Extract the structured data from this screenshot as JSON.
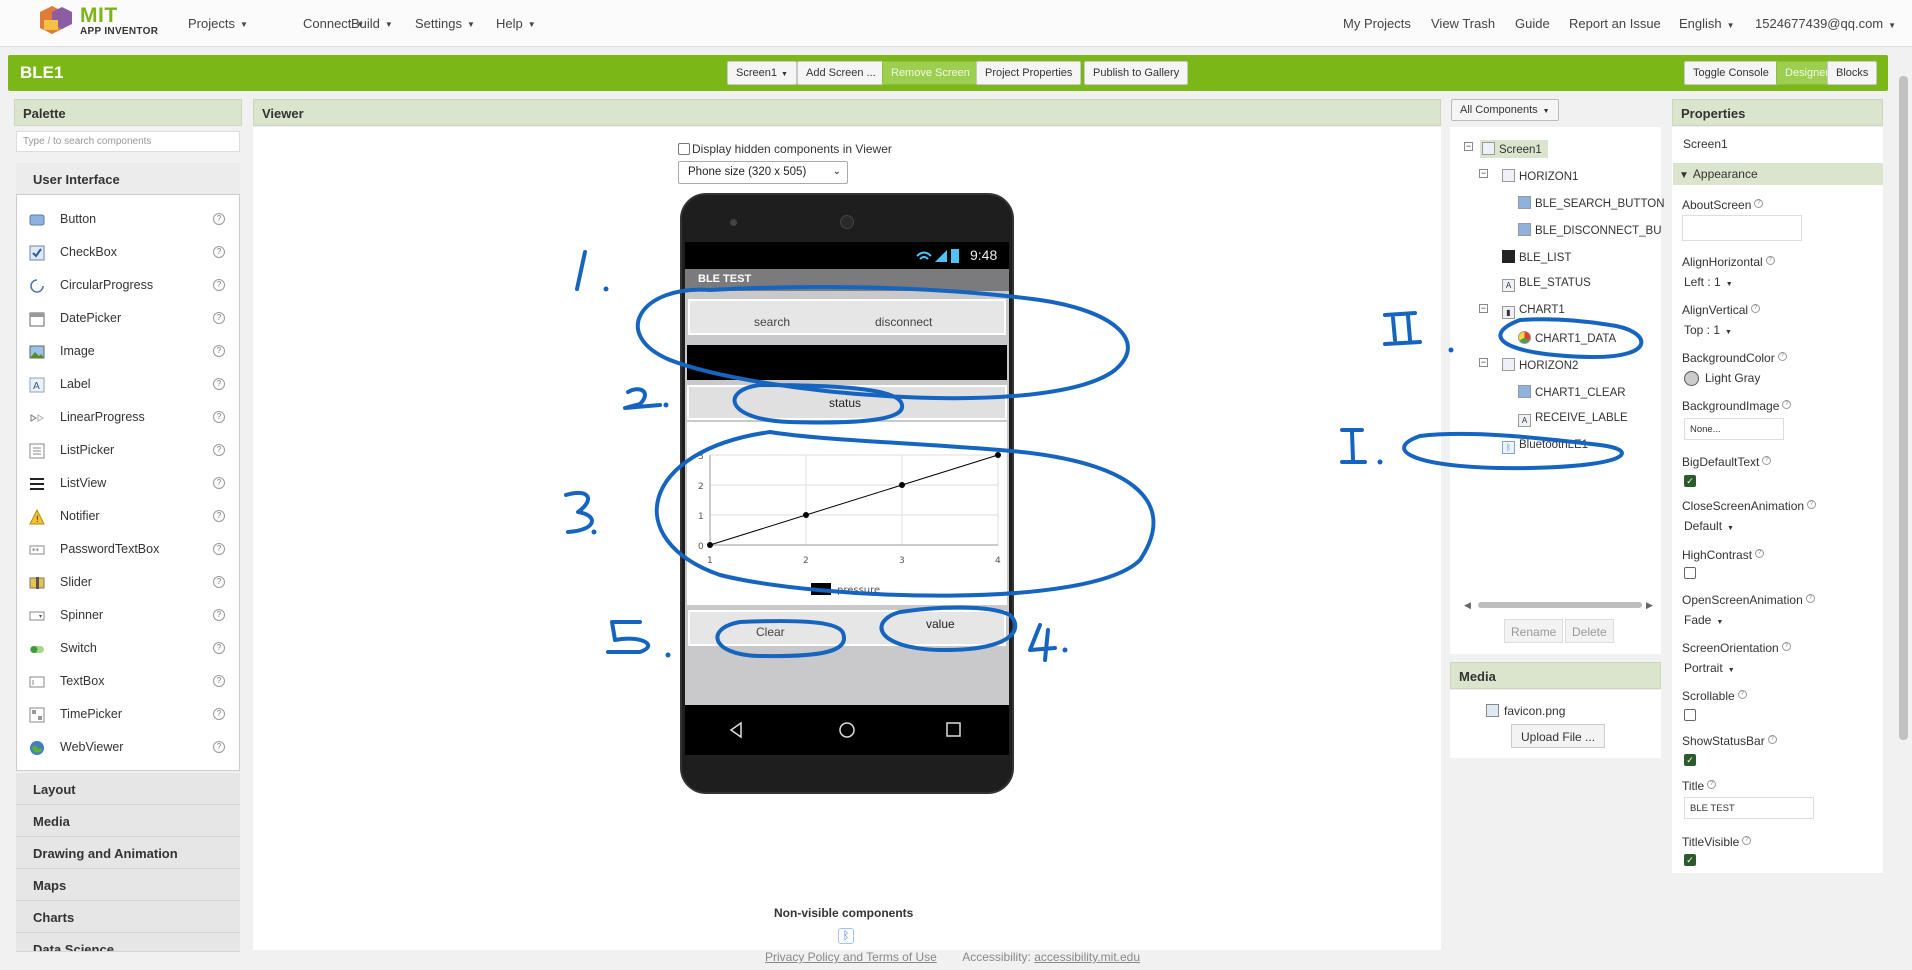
{
  "nav": {
    "logo_mit": "MIT",
    "logo_sub": "APP INVENTOR",
    "menus": [
      "Projects",
      "Connect",
      "Build",
      "Settings",
      "Help"
    ],
    "right_links": [
      "My Projects",
      "View Trash",
      "Guide",
      "Report an Issue"
    ],
    "language": "English",
    "account": "1524677439@qq.com"
  },
  "project": {
    "name": "BLE1",
    "screen_select": "Screen1",
    "add_screen": "Add Screen ...",
    "remove_screen": "Remove Screen",
    "properties": "Project Properties",
    "publish": "Publish to Gallery",
    "toggle_console": "Toggle Console",
    "designer": "Designer",
    "blocks": "Blocks"
  },
  "palette": {
    "title": "Palette",
    "search_placeholder": "Type / to search components",
    "open_category": "User Interface",
    "items": [
      {
        "label": "Button",
        "icon": "button-icon"
      },
      {
        "label": "CheckBox",
        "icon": "checkbox-icon"
      },
      {
        "label": "CircularProgress",
        "icon": "circular-progress-icon"
      },
      {
        "label": "DatePicker",
        "icon": "datepicker-icon"
      },
      {
        "label": "Image",
        "icon": "image-icon"
      },
      {
        "label": "Label",
        "icon": "label-icon"
      },
      {
        "label": "LinearProgress",
        "icon": "linear-progress-icon"
      },
      {
        "label": "ListPicker",
        "icon": "listpicker-icon"
      },
      {
        "label": "ListView",
        "icon": "listview-icon"
      },
      {
        "label": "Notifier",
        "icon": "notifier-icon"
      },
      {
        "label": "PasswordTextBox",
        "icon": "password-icon"
      },
      {
        "label": "Slider",
        "icon": "slider-icon"
      },
      {
        "label": "Spinner",
        "icon": "spinner-icon"
      },
      {
        "label": "Switch",
        "icon": "switch-icon"
      },
      {
        "label": "TextBox",
        "icon": "textbox-icon"
      },
      {
        "label": "TimePicker",
        "icon": "timepicker-icon"
      },
      {
        "label": "WebViewer",
        "icon": "webviewer-icon"
      }
    ],
    "categories": [
      "Layout",
      "Media",
      "Drawing and Animation",
      "Maps",
      "Charts",
      "Data Science"
    ]
  },
  "viewer": {
    "title": "Viewer",
    "hidden_label": "Display hidden components in Viewer",
    "phone_size": "Phone size (320 x 505)",
    "clock": "9:48",
    "app_title": "BLE TEST",
    "search_btn": "search",
    "disconnect_btn": "disconnect",
    "status_label": "status",
    "clear_btn": "Clear",
    "value_label": "value",
    "legend_label": "pressure",
    "nonvisible_title": "Non-visible components"
  },
  "chart_data": {
    "type": "line",
    "x": [
      1,
      2,
      3,
      4
    ],
    "series": [
      {
        "name": "pressure",
        "values": [
          0,
          1,
          2,
          3
        ]
      }
    ],
    "xticks": [
      "1",
      "2",
      "3",
      "4"
    ],
    "yticks": [
      "0",
      "1",
      "2",
      "3"
    ],
    "xlim": [
      1,
      4
    ],
    "ylim": [
      0,
      3
    ],
    "grid": true,
    "legend": "bottom",
    "color": "#000000"
  },
  "components": {
    "filter": "All Components",
    "tree": [
      {
        "name": "Screen1",
        "level": 0,
        "toggle": "⊟"
      },
      {
        "name": "HORIZON1",
        "level": 1,
        "toggle": "⊟"
      },
      {
        "name": "BLE_SEARCH_BUTTON",
        "level": 2
      },
      {
        "name": "BLE_DISCONNECT_BU",
        "level": 2
      },
      {
        "name": "BLE_LIST",
        "level": 1
      },
      {
        "name": "BLE_STATUS",
        "level": 1
      },
      {
        "name": "CHART1",
        "level": 1,
        "toggle": "⊟"
      },
      {
        "name": "CHART1_DATA",
        "level": 2
      },
      {
        "name": "HORIZON2",
        "level": 1,
        "toggle": "⊟"
      },
      {
        "name": "CHART1_CLEAR",
        "level": 2
      },
      {
        "name": "RECEIVE_LABLE",
        "level": 2
      },
      {
        "name": "BluetoothLE1",
        "level": 1
      }
    ],
    "rename": "Rename",
    "delete": "Delete"
  },
  "media": {
    "title": "Media",
    "file": "favicon.png",
    "upload": "Upload File ..."
  },
  "properties": {
    "title": "Properties",
    "component": "Screen1",
    "group": "Appearance",
    "about_screen": "AboutScreen",
    "align_h": "AlignHorizontal",
    "align_h_val": "Left : 1",
    "align_v": "AlignVertical",
    "align_v_val": "Top : 1",
    "bg_color": "BackgroundColor",
    "bg_color_val": "Light Gray",
    "bg_image": "BackgroundImage",
    "bg_image_val": "None...",
    "big_text": "BigDefaultText",
    "close_anim": "CloseScreenAnimation",
    "close_anim_val": "Default",
    "high_contrast": "HighContrast",
    "open_anim": "OpenScreenAnimation",
    "open_anim_val": "Fade",
    "orientation": "ScreenOrientation",
    "orientation_val": "Portrait",
    "scrollable": "Scrollable",
    "show_status": "ShowStatusBar",
    "title_prop": "Title",
    "title_val": "BLE TEST",
    "title_visible": "TitleVisible"
  },
  "footer": {
    "privacy": "Privacy Policy and Terms of Use",
    "accessibility": "Accessibility:",
    "accessibility_link": "accessibility.mit.edu"
  },
  "annotations": [
    "1.",
    "2.",
    "3.",
    "4.",
    "5.",
    "II",
    "I."
  ],
  "colors": {
    "brand_green": "#7cb718",
    "ink_blue": "#1565c0"
  }
}
